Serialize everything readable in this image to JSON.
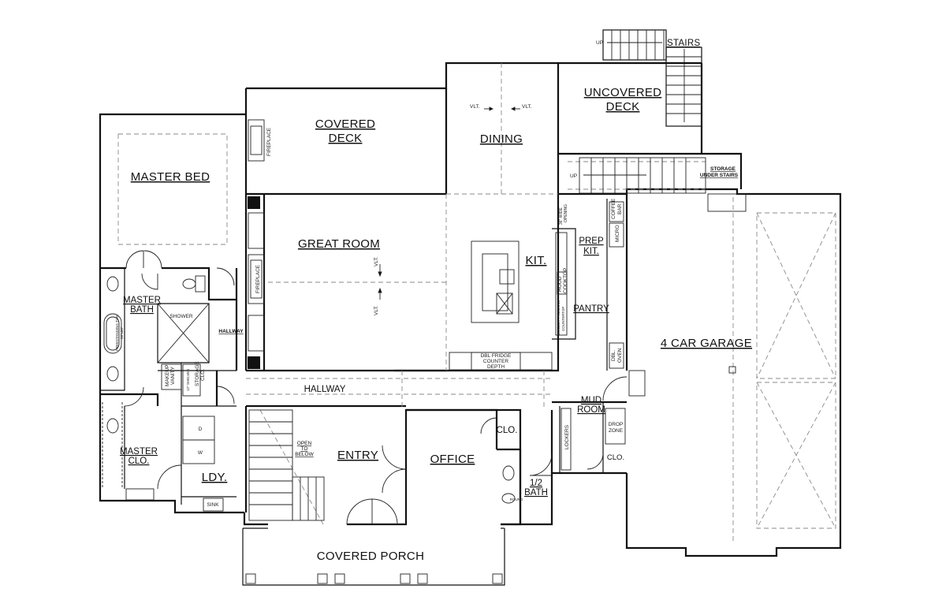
{
  "rooms": {
    "stairs_top": "STAIRS",
    "uncovered_deck": [
      "UNCOVERED",
      "DECK"
    ],
    "covered_deck": [
      "COVERED",
      "DECK"
    ],
    "dining": "DINING",
    "master_bed": "MASTER BED",
    "great_room": "GREAT ROOM",
    "kit": "KIT.",
    "prep_kit": [
      "PREP",
      "KIT."
    ],
    "pantry": "PANTRY",
    "garage": "4 CAR GARAGE",
    "master_bath": [
      "MASTER",
      "BATH"
    ],
    "hallway_upper": "HALLWAY",
    "hallway_side": "HALLWAY",
    "mud_room": [
      "MUD",
      "ROOM"
    ],
    "master_clo": [
      "MASTER",
      "CLO."
    ],
    "entry": "ENTRY",
    "office": "OFFICE",
    "ldy": "LDY.",
    "half_bath": [
      "1/2",
      "BATH"
    ],
    "office_clo": "CLO.",
    "mud_clo": "CLO.",
    "covered_porch": "COVERED PORCH"
  },
  "notes": {
    "up_top": "UP",
    "up_stair": "UP",
    "vlt_left": "VLT.",
    "vlt_right": "VLT.",
    "vlt_gr_top": "VLT.",
    "vlt_gr_bottom": "VLT.",
    "fireplace_deck": "FIREPLACE",
    "fireplace_gr": "FIREPLACE",
    "storage_under_stairs": [
      "STORAGE",
      "UNDER STAIRS"
    ],
    "opening": [
      "36\" WIDE",
      "OPENING"
    ],
    "coffee_bar": [
      "COFFEE",
      "BAR"
    ],
    "micro": "MICRO",
    "hood_cooktop": [
      "HOOD",
      "COOKTOP"
    ],
    "builder_program": [
      "BUILDER PROGRAM",
      "COUNTERTOP"
    ],
    "dbl_oven": [
      "DBL.",
      "OVEN"
    ],
    "dbl_fridge": [
      "DBL FRIDGE",
      "COUNTER",
      "DEPTH"
    ],
    "shower": "SHOWER",
    "tub": [
      "FREESTANDING TUB",
      "36\"x66\""
    ],
    "makeup_vanity": [
      "MAKEUP",
      "VANITY"
    ],
    "storage_clo": [
      "STORAGE",
      "CLO."
    ],
    "shelves": "12\" SHELVES",
    "washer": "W",
    "dryer": "D",
    "sink": "SINK",
    "open_to_below": [
      "OPEN",
      "TO",
      "BELOW"
    ],
    "lockers": "LOCKERS",
    "drop_zone": [
      "DROP",
      "ZONE"
    ],
    "round": "ROUND"
  }
}
